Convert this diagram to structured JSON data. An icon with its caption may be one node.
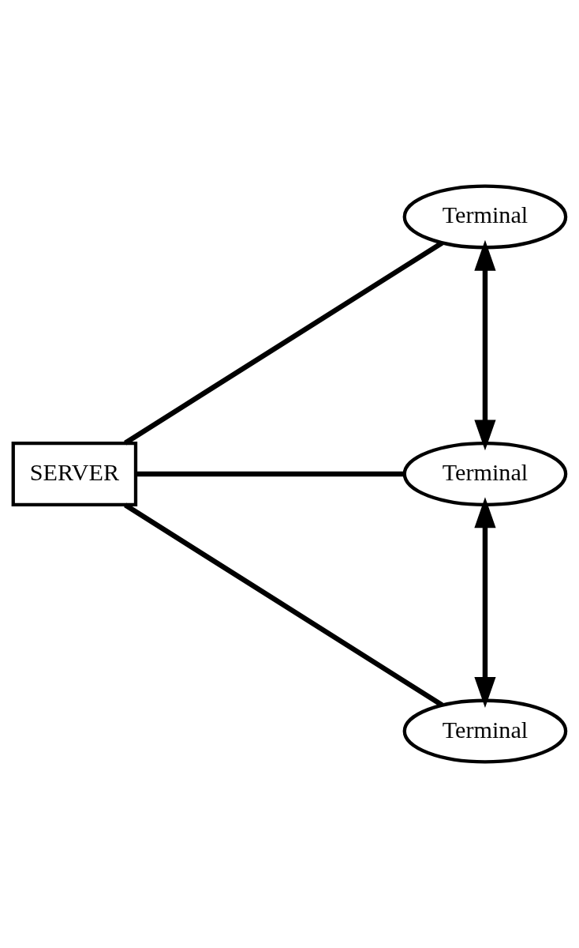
{
  "diagram": {
    "nodes": [
      {
        "text": [
          "Terminal"
        ]
      },
      {
        "text": [
          "SERVER"
        ]
      },
      {
        "text": [
          "Terminal"
        ]
      },
      {
        "text": [
          "Terminal"
        ]
      }
    ],
    "edges": [
      {
        "from": 1,
        "to": 0,
        "arrow": "none"
      },
      {
        "from": 1,
        "to": 2,
        "arrow": "none"
      },
      {
        "from": 1,
        "to": 3,
        "arrow": "none"
      },
      {
        "from": 0,
        "to": 2,
        "arrow": "both"
      },
      {
        "from": 2,
        "to": 3,
        "arrow": "both"
      }
    ]
  }
}
